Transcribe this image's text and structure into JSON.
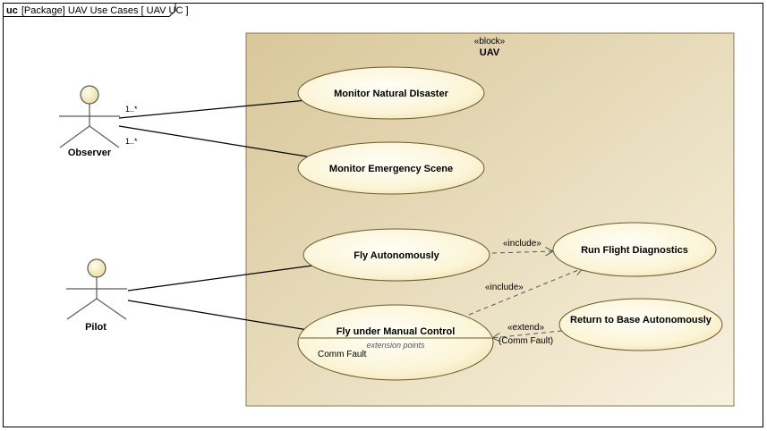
{
  "frame": {
    "keyword": "uc",
    "title": "[Package] UAV Use Cases [ UAV UC ]"
  },
  "block": {
    "stereotype": "«block»",
    "name": "UAV"
  },
  "actors": {
    "observer": "Observer",
    "pilot": "Pilot"
  },
  "multiplicities": {
    "observer_to_disaster": "1..*",
    "observer_to_emergency": "1..*"
  },
  "use_cases": {
    "monitor_disaster": "Monitor Natural DIsaster",
    "monitor_emergency": "Monitor Emergency Scene",
    "fly_autonomously": "Fly Autonomously",
    "run_diagnostics": "Run Flight Diagnostics",
    "fly_manual": "Fly under Manual Control",
    "return_to_base": "Return to Base Autonomously"
  },
  "extension": {
    "header": "extension points",
    "point": "Comm Fault"
  },
  "relationships": {
    "include_1": "«include»",
    "include_2": "«include»",
    "extend": "«extend»",
    "extend_condition": "(Comm Fault)"
  },
  "colors": {
    "block_fill_dark": "#dccc9f",
    "block_fill_light": "#f6efd9",
    "uc_fill_light": "#fffef4",
    "uc_fill_dark": "#f3e6b8",
    "actor_head": "#f6efc8"
  }
}
